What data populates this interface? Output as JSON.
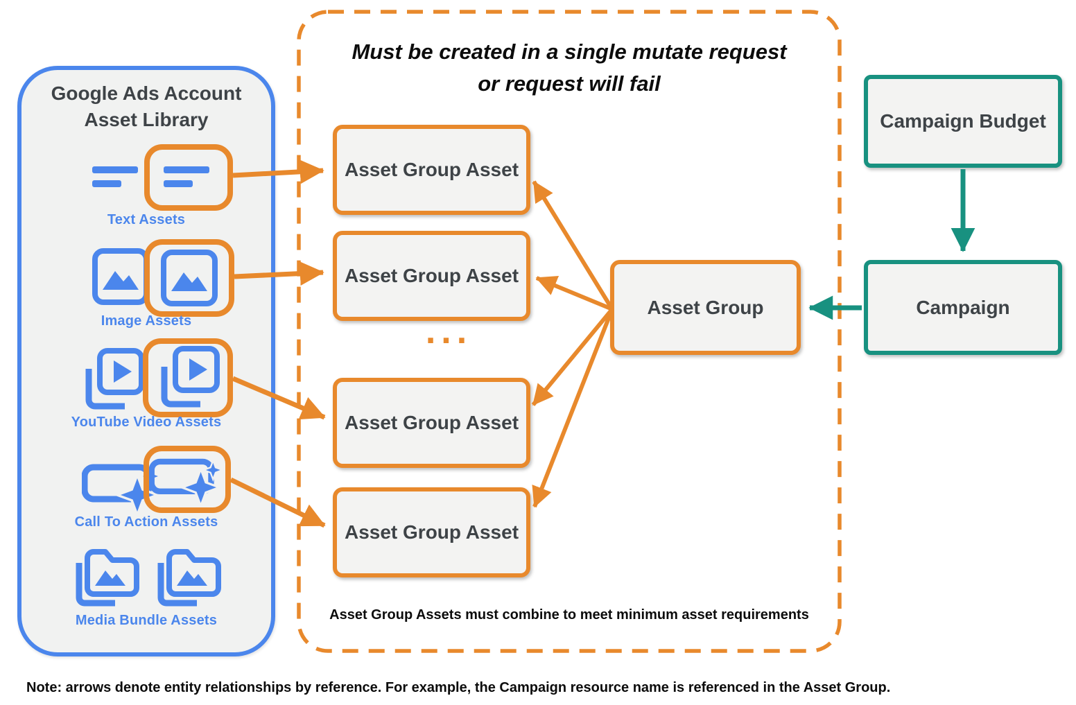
{
  "colors": {
    "orange": "#e8892c",
    "blue": "#4b86ec",
    "teal": "#189180",
    "panel_fill": "#f1f2f1",
    "box_fill": "#f3f3f2",
    "dark_text": "#3e4347"
  },
  "library": {
    "title_line1": "Google Ads Account",
    "title_line2": "Asset Library",
    "sections": [
      {
        "label": "Text Assets",
        "icon": "text-asset-icon"
      },
      {
        "label": "Image Assets",
        "icon": "image-asset-icon"
      },
      {
        "label": "YouTube Video  Assets",
        "icon": "youtube-video-asset-icon"
      },
      {
        "label": "Call To Action Assets",
        "icon": "call-to-action-asset-icon"
      },
      {
        "label": "Media Bundle  Assets",
        "icon": "media-bundle-asset-icon"
      }
    ]
  },
  "mutate_group": {
    "title_line1": "Must be created in a single mutate request",
    "title_line2": "or request will fail",
    "asset_boxes": [
      {
        "label": "Asset Group Asset"
      },
      {
        "label": "Asset Group Asset"
      },
      {
        "label": "Asset Group Asset"
      },
      {
        "label": "Asset Group Asset"
      }
    ],
    "ellipsis": "...",
    "asset_group_label": "Asset Group",
    "footnote": "Asset Group Assets must combine to meet minimum asset requirements"
  },
  "campaign": {
    "budget_label": "Campaign Budget",
    "campaign_label": "Campaign"
  },
  "note": "Note: arrows denote entity relationships by reference. For example, the Campaign resource name is referenced in the Asset Group."
}
